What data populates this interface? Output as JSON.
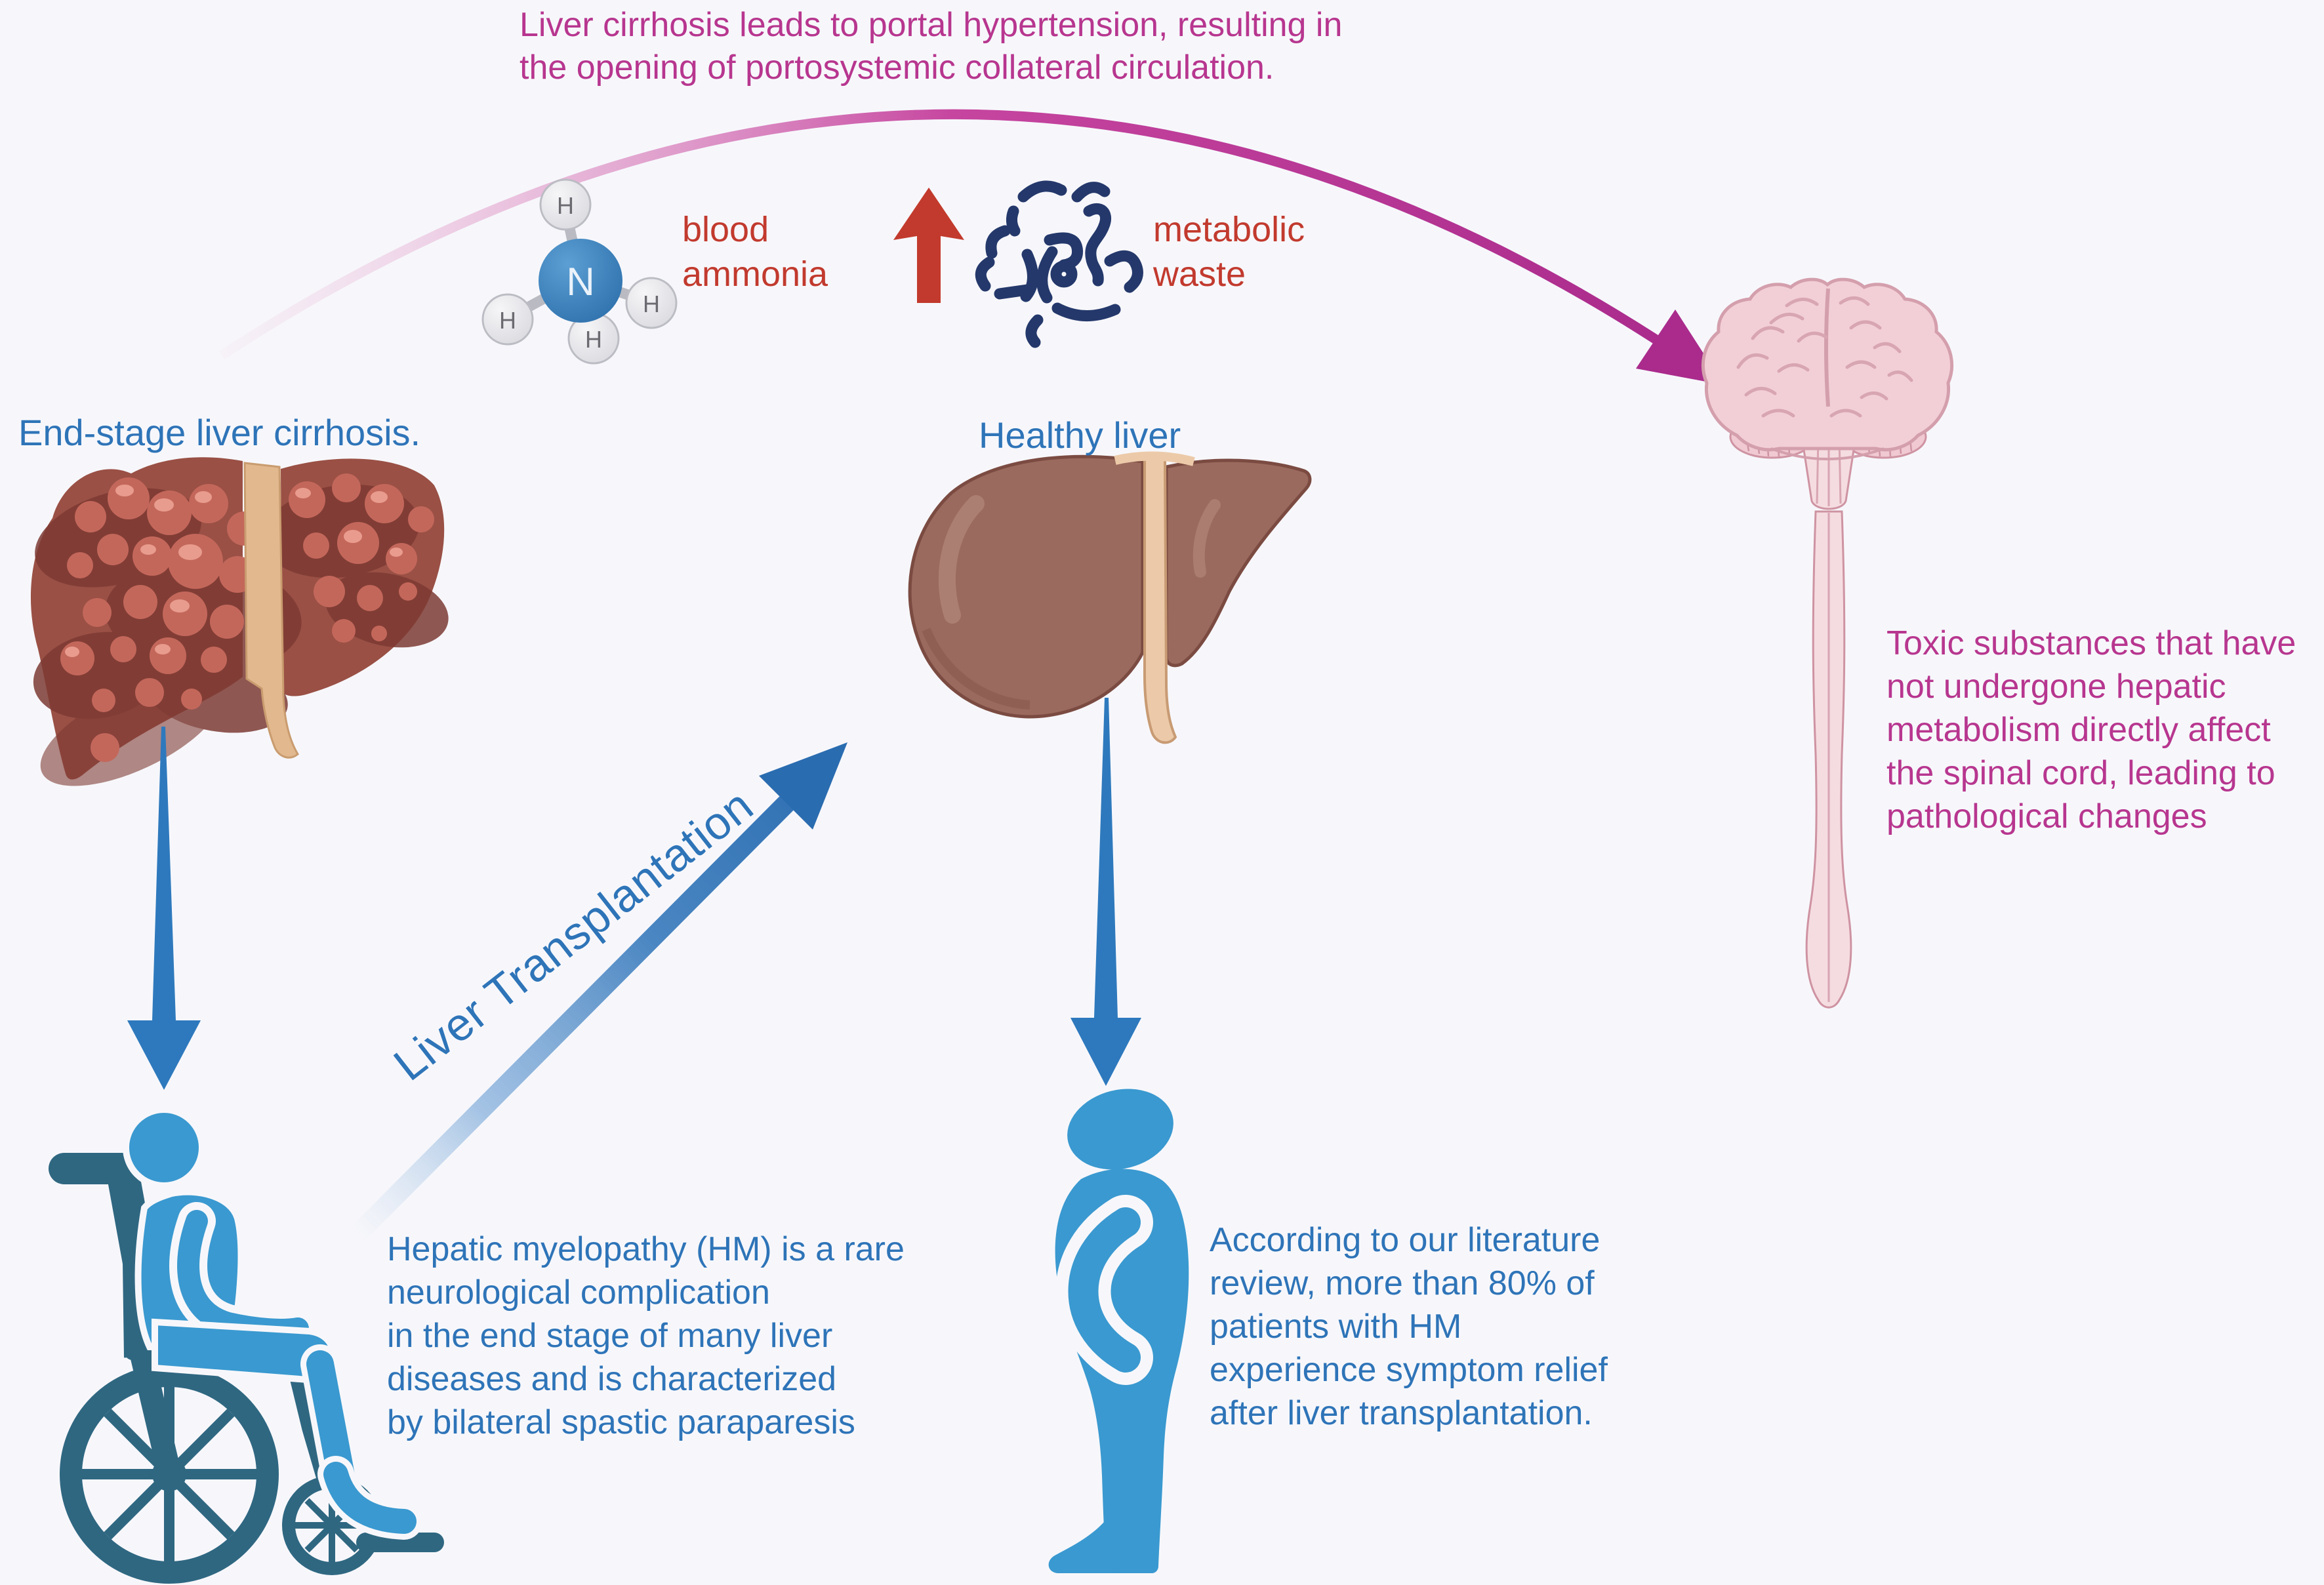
{
  "figure": {
    "type": "medical-pathway-diagram",
    "topic": "Hepatic myelopathy and liver transplantation"
  },
  "notes": {
    "portal_hypertension": "Liver cirrhosis leads to portal hypertension, resulting in\nthe opening of portosystemic collateral circulation.",
    "toxic_substances": "Toxic substances that have\nnot undergone hepatic\nmetabolism directly affect\nthe spinal cord, leading to\npathological changes",
    "hepatic_myelopathy": "Hepatic myelopathy (HM) is a rare\nneurological complication\nin the end stage of many liver\ndiseases and is characterized\nby bilateral spastic paraparesis",
    "literature_review": "According to our literature\nreview, more than 80% of\npatients with HM\nexperience symptom relief\nafter liver transplantation."
  },
  "labels": {
    "blood_ammonia": "blood\nammonia",
    "metabolic_waste": "metabolic\nwaste",
    "end_stage_liver": "End-stage liver cirrhosis.",
    "healthy_liver": "Healthy liver",
    "liver_transplantation": "Liver Transplantation",
    "nitrogen_atom": "N",
    "hydrogen_atom": "H"
  },
  "icons": [
    "ammonia-molecule-icon",
    "increase-arrow-icon",
    "metabolic-waste-icon",
    "cirrhotic-liver-illustration",
    "healthy-liver-illustration",
    "brain-spinal-cord-illustration",
    "wheelchair-patient-icon",
    "standing-patient-icon"
  ],
  "colors": {
    "background": "#f7f7fb",
    "magenta_text": "#b7368f",
    "magenta_arrow": "#aa2b8c",
    "red_text": "#c23a2e",
    "red_arrow": "#c23a2d",
    "blue_text": "#2e74b8",
    "blue_arrow": "#2e79bd",
    "person_blue": "#3a99d0",
    "wheelchair_dark": "#2f6781",
    "waste_navy": "#24386b",
    "cirrhotic_liver": "#9a5045",
    "healthy_liver_brown": "#9a6a5e",
    "brain_pink": "#f2cfd6"
  }
}
